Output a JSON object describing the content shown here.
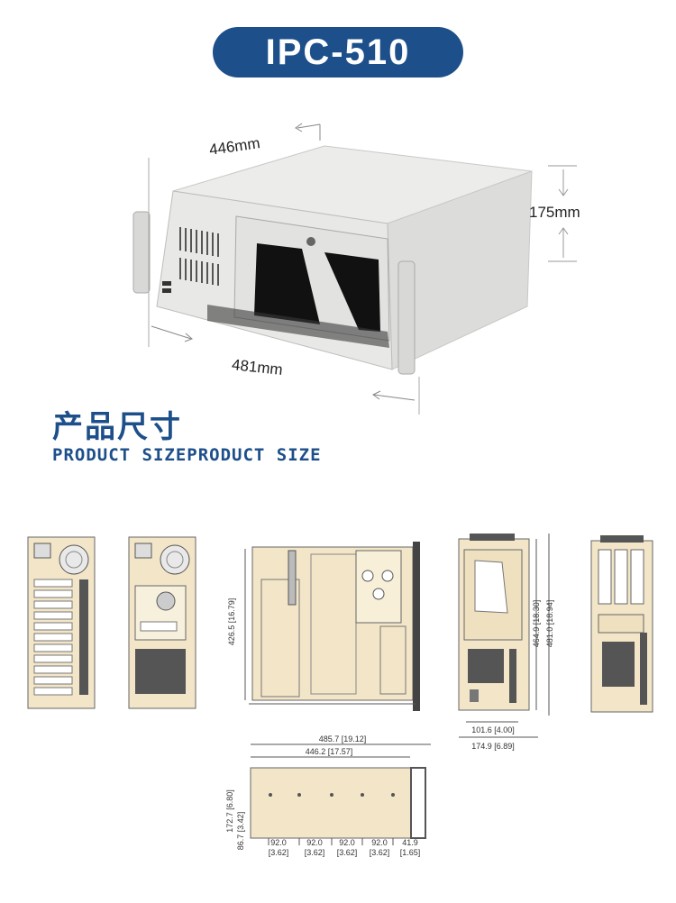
{
  "header": {
    "title": "IPC-510"
  },
  "photo": {
    "width_label": "446mm",
    "depth_label": "481mm",
    "height_label": "175mm"
  },
  "section": {
    "title_cn": "产品尺寸",
    "title_en": "PRODUCT SIZEPRODUCT SIZE"
  },
  "drawings": {
    "side": {
      "height": "426.5 [16.79]"
    },
    "front": {
      "height_inner": "464.9 [18.30]",
      "height_outer": "481.0 [18.94]",
      "width_inner": "101.6 [4.00]",
      "width_outer": "174.9 [6.89]"
    },
    "top": {
      "total_length": "485.7 [19.12]",
      "body_length": "446.2 [17.57]",
      "height_total": "172.7 [6.80]",
      "height_partial": "86.7 [3.42]",
      "spacings": [
        {
          "mm": "92.0",
          "in": "[3.62]"
        },
        {
          "mm": "92.0",
          "in": "[3.62]"
        },
        {
          "mm": "92.0",
          "in": "[3.62]"
        },
        {
          "mm": "92.0",
          "in": "[3.62]"
        },
        {
          "mm": "41.9",
          "in": "[1.65]"
        }
      ]
    }
  },
  "colors": {
    "accent": "#1d4f8a",
    "chassis": "#e6e6e4",
    "drawing_fill": "#f3e6c8"
  }
}
